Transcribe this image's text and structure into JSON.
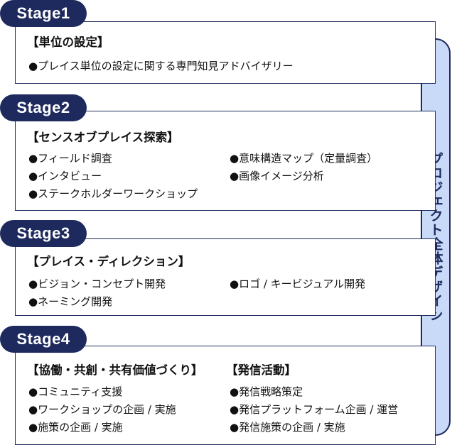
{
  "side_label": "プロジェクト全体デザイン",
  "stages": [
    {
      "label": "Stage1",
      "left_heading": "【単位の設定】",
      "items": [
        "●プレイス単位の設定に関する専門知見アドバイザリー"
      ]
    },
    {
      "label": "Stage2",
      "left_heading": "【センスオブプレイス探索】",
      "left_items": [
        "●フィールド調査",
        "●インタビュー",
        "●ステークホルダーワークショップ"
      ],
      "right_items": [
        "●意味構造マップ（定量調査）",
        "●画像イメージ分析"
      ]
    },
    {
      "label": "Stage3",
      "left_heading": "【プレイス・ディレクション】",
      "left_items": [
        "●ビジョン・コンセプト開発",
        "●ネーミング開発"
      ],
      "right_items": [
        "●ロゴ / キービジュアル開発"
      ]
    },
    {
      "label": "Stage4",
      "left_heading": "【協働・共創・共有価値づくり】",
      "right_heading": "【発信活動】",
      "left_items": [
        "●コミュニティ支援",
        "●ワークショップの企画 / 実施",
        "●施策の企画 / 実施"
      ],
      "right_items": [
        "●発信戦略策定",
        "●発信プラットフォーム企画 / 運営",
        "●発信施策の企画 / 実施"
      ]
    }
  ],
  "colors": {
    "navy": "#1e2a5e",
    "light_blue": "#c8daf7"
  }
}
